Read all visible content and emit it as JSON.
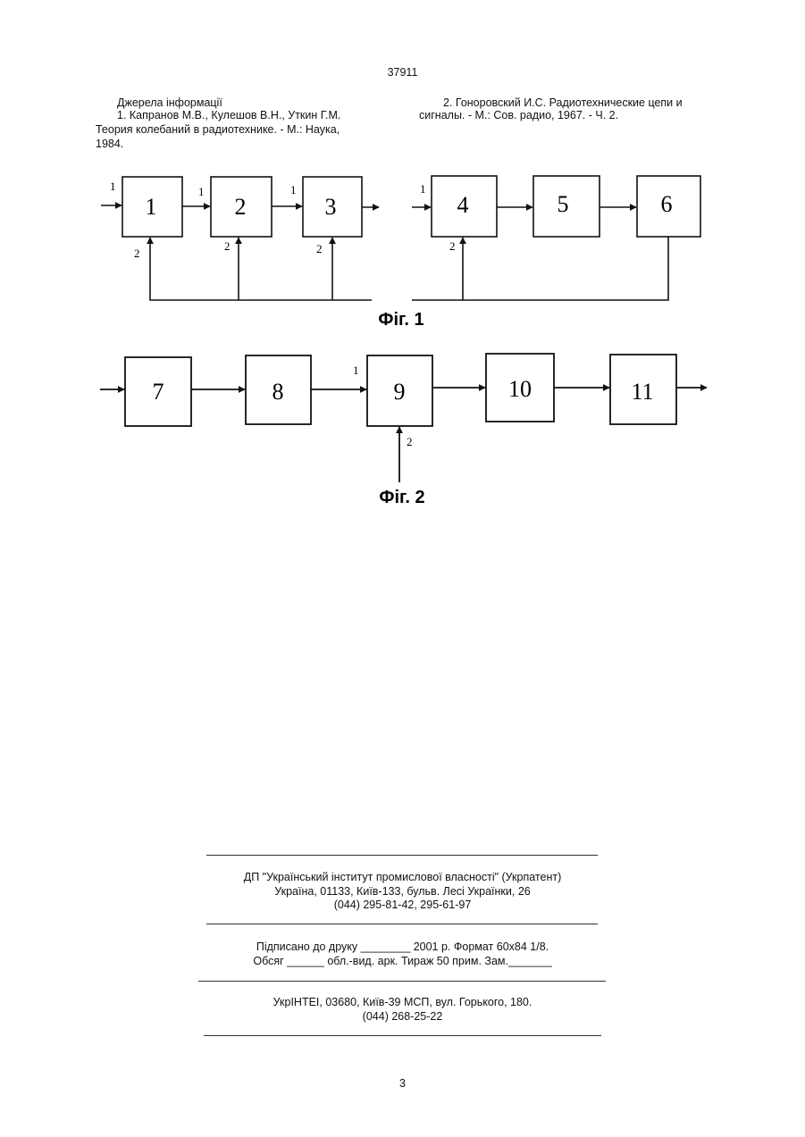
{
  "header": {
    "doc_number": "37911"
  },
  "references": {
    "heading": "Джерела інформації",
    "ref1_line1": "1. Капранов М.В., Кулешов В.Н., Уткин Г.М.",
    "ref1_line2": "Теория колебаний в радиотехнике. - М.: Наука,",
    "ref1_line3": "1984.",
    "ref2_line1": "2. Гоноровский И.С. Радиотехнические цепи и",
    "ref2_line2": "сигналы. - М.: Сов. радио, 1967. - Ч. 2."
  },
  "figure1": {
    "caption": "Фіг. 1",
    "blocks": [
      "1",
      "2",
      "3",
      "4",
      "5",
      "6"
    ],
    "port_in": "1",
    "port_ctrl": "2"
  },
  "figure2": {
    "caption": "Фіг. 2",
    "blocks": [
      "7",
      "8",
      "9",
      "10",
      "11"
    ],
    "port_in": "1",
    "port_ctrl": "2"
  },
  "imprint": {
    "org_line1": "ДП \"Український інститут промислової власності\" (Укрпатент)",
    "org_line2": "Україна, 01133, Київ-133, бульв. Лесі Українки, 26",
    "org_line3": "(044) 295-81-42, 295-61-97",
    "sign_line1": "Підписано до друку ________ 2001 р.    Формат 60х84 1/8.",
    "sign_line2": "Обсяг ______ обл.-вид. арк.   Тираж 50 прим.    Зам._______",
    "print_line1": "УкрІНТЕІ, 03680, Київ-39 МСП, вул. Горького, 180.",
    "print_line2": "(044) 268-25-22"
  },
  "footer": {
    "page_number": "3"
  }
}
